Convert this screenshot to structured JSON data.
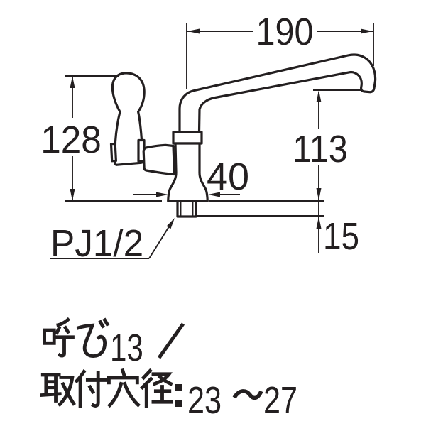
{
  "drawing": {
    "background": "#ffffff",
    "line_color": "#231f20",
    "type": "faucet-dimension-drawing",
    "dimensions": {
      "spout_reach": "190",
      "height_to_handle_top": "128",
      "spout_outlet_height": "113",
      "body_base_width": "40",
      "thread_length": "15",
      "connection_label": "PJ1/2"
    },
    "notes": {
      "line1_full": "呼び13／",
      "line1_kanji": "呼び",
      "line1_value": "13",
      "line1_slash": "／",
      "line2_full": "取付穴径：23〜27",
      "line2_kanji": "取付穴径",
      "line2_colon": "：",
      "line2_min": "23",
      "line2_wave": "〜",
      "line2_max": "27"
    }
  }
}
